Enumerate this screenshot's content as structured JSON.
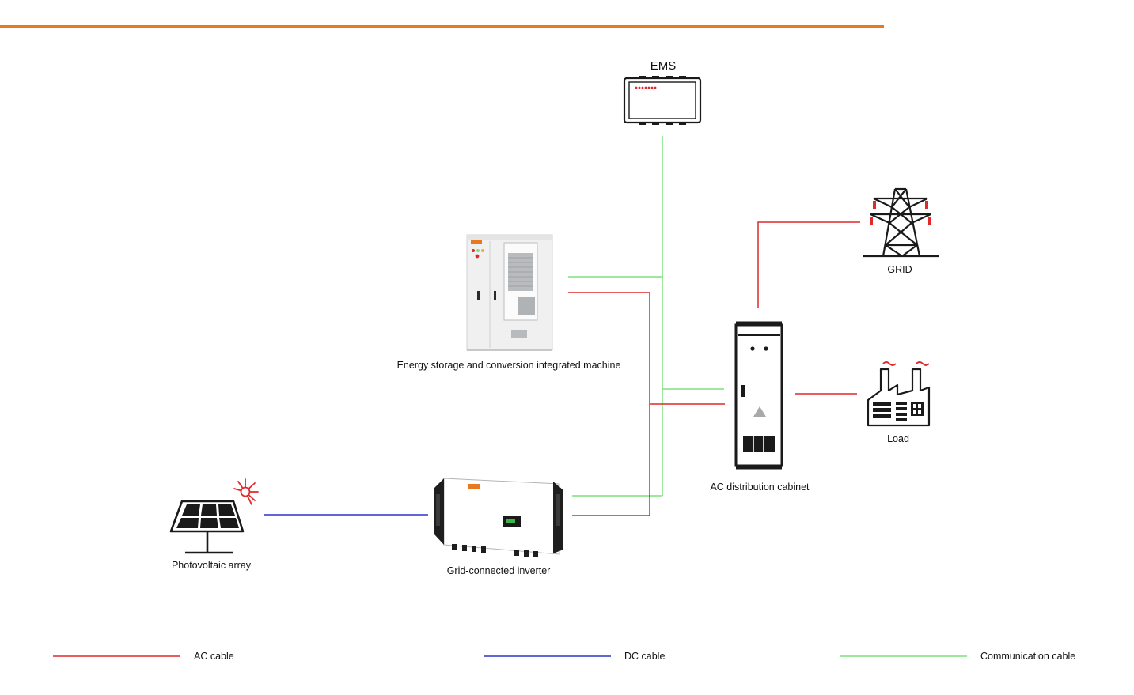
{
  "colors": {
    "header_rule": "#E8791E",
    "ac_cable": "#E0292B",
    "dc_cable": "#2B34C8",
    "communication_cable": "#7CE07C",
    "device_stroke": "#1A1A1A"
  },
  "nodes": {
    "ems": {
      "label": "EMS",
      "icon": "ems-controller-icon"
    },
    "grid": {
      "label": "GRID",
      "icon": "transmission-tower-icon"
    },
    "load": {
      "label": "Load",
      "icon": "factory-icon"
    },
    "energy_storage": {
      "label": "Energy storage and conversion integrated machine",
      "icon": "energy-storage-cabinet-icon"
    },
    "ac_cabinet": {
      "label": "AC distribution cabinet",
      "icon": "ac-distribution-cabinet-icon"
    },
    "inverter": {
      "label": "Grid-connected inverter",
      "icon": "inverter-icon"
    },
    "pv_array": {
      "label": "Photovoltaic array",
      "icon": "solar-panel-icon"
    }
  },
  "legend": {
    "ac": "AC cable",
    "dc": "DC cable",
    "comm": "Communication cable"
  }
}
